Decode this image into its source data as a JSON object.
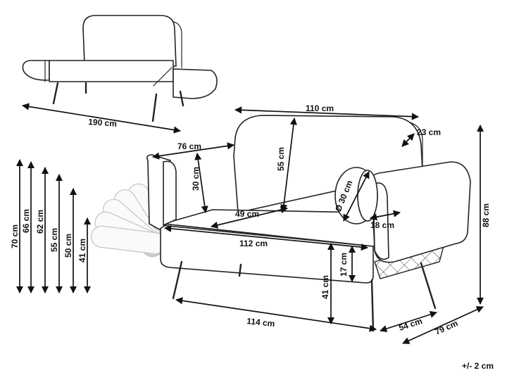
{
  "dimensions": {
    "daybed_length": "190 cm",
    "total_width": "110 cm",
    "backrest_depth": "23 cm",
    "total_height": "88 cm",
    "armrest_depth": "76 cm",
    "armrest_height": "30 cm",
    "backrest_height": "55 cm",
    "cushion_diameter": "Ø 30 cm",
    "seat_depth": "49 cm",
    "armrest_width": "18 cm",
    "seat_width": "112 cm",
    "seat_thickness": "17 cm",
    "seat_height": "41 cm",
    "base_width": "114 cm",
    "base_depth": "54 cm",
    "overall_depth": "79 cm"
  },
  "armrest_positions": [
    "70 cm",
    "66 cm",
    "62 cm",
    "55 cm",
    "50 cm",
    "41 cm"
  ],
  "tolerance": "+/- 2 cm"
}
